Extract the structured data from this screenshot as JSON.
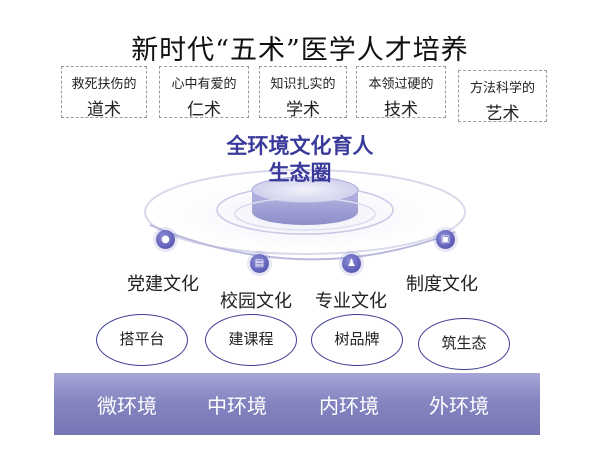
{
  "title": "新时代“五术”医学人才培养",
  "cards": [
    {
      "line1": "救死扶伤的",
      "line2": "道术"
    },
    {
      "line1": "心中有爱的",
      "line2": "仁术"
    },
    {
      "line1": "知识扎实的",
      "line2": "学术"
    },
    {
      "line1": "本领过硬的",
      "line2": "技术"
    },
    {
      "line1": "方法科学的",
      "line2": "艺术"
    }
  ],
  "center": {
    "line1": "全环境文化育人",
    "line2": "生态圈"
  },
  "cultures": [
    "党建文化",
    "校园文化",
    "专业文化",
    "制度文化"
  ],
  "actions": [
    "搭平台",
    "建课程",
    "树品牌",
    "筑生态"
  ],
  "environments": [
    "微环境",
    "中环境",
    "内环境",
    "外环境"
  ],
  "colors": {
    "accent": "#3a3a9a",
    "band": "#8585c1",
    "node": "#4747a8"
  },
  "icons": [
    "location-pin-icon",
    "document-icon",
    "people-icon",
    "clipboard-icon"
  ]
}
